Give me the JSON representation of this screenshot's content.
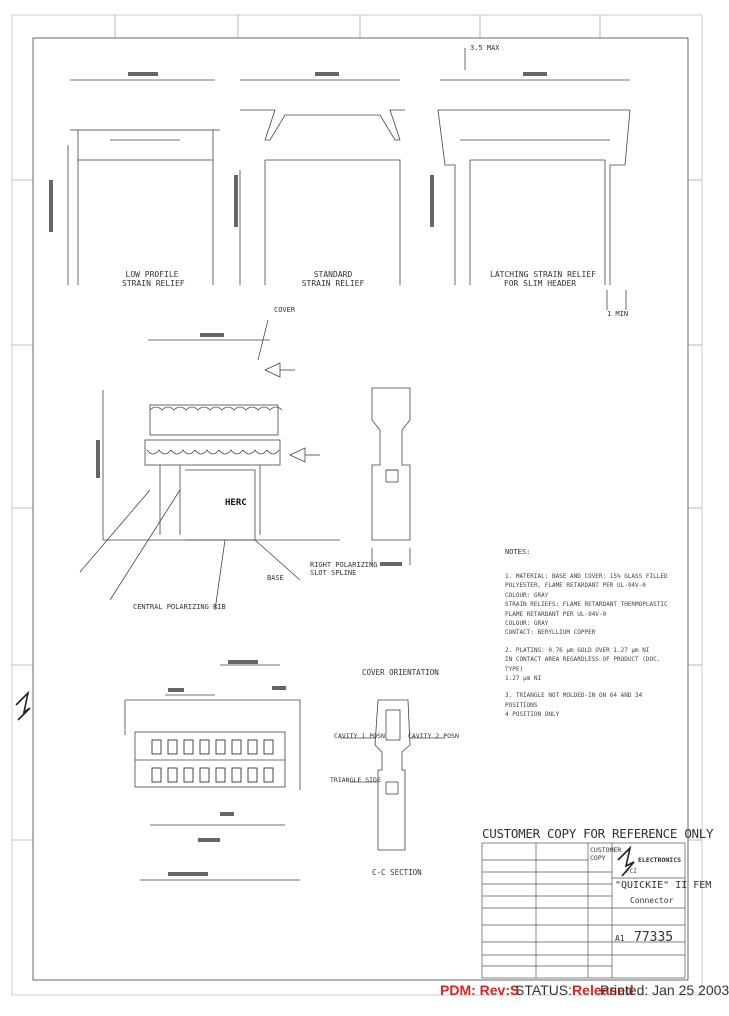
{
  "title_block": {
    "banner": "CUSTOMER COPY FOR REFERENCE ONLY",
    "company_line": "ELECTRONICS",
    "logo_text": "FCI",
    "product_title": "\"QUICKIE\" II FEM",
    "product_subtitle": "Connector",
    "part_number": "77335",
    "size_code": "A1",
    "customer_label": "CUSTOMER",
    "customer_sub": "COPY"
  },
  "notes": {
    "header": "NOTES:",
    "items": [
      "1. MATERIAL: BASE AND COVER: 15% GLASS FILLED POLYESTER, FLAME RETARDANT PER UL-94V-0",
      "COLOUR: GRAY",
      "STRAIN RELIEFS: FLAME RETARDANT THERMOPLASTIC",
      "FLAME RETARDANT PER UL-94V-0",
      "COLOUR: GRAY",
      "CONTACT: BERYLLIUM COPPER",
      "2. PLATING: 0.76 µm GOLD OVER 1.27 µm NI",
      "IN CONTACT AREA REGARDLESS OF PRODUCT (DOC. TYPE)",
      "1.27 µm NI",
      "3. TRIANGLE NOT MOLDED-IN ON 64 AND 34 POSITIONS",
      "4 POSITION ONLY"
    ]
  },
  "views": {
    "low_profile_label": [
      "LOW PROFILE",
      "STRAIN RELIEF"
    ],
    "standard_label": [
      "STANDARD",
      "STRAIN RELIEF"
    ],
    "latching_label": [
      "LATCHING STRAIN RELIEF",
      "FOR SLIM HEADER"
    ],
    "cover_orientation": "COVER ORIENTATION",
    "section_label": "C-C SECTION",
    "cavity_label_left": "CAVITY 1 POSN",
    "cavity_label_right": "CAVITY 2 POSN",
    "triangle_side": "TRIANGLE SIDE",
    "cover_callout": "COVER",
    "base_callout": "BASE",
    "polarizing_callout": "CENTRAL POLARIZING RIB",
    "latch_callout": "RIGHT POLARIZING SLOT SPLINE",
    "dim_max": "3.5 MAX",
    "dim_min": "1 MIN",
    "logo_mark": "HERC"
  },
  "footer": {
    "pdm": "PDM: Rev:S",
    "status_label": "STATUS:",
    "status_value": "Released",
    "printed": "Printed: Jan 25 2003"
  },
  "colors": {
    "line": "#444444",
    "status_red": "#dd2222",
    "paper": "#ffffff"
  }
}
